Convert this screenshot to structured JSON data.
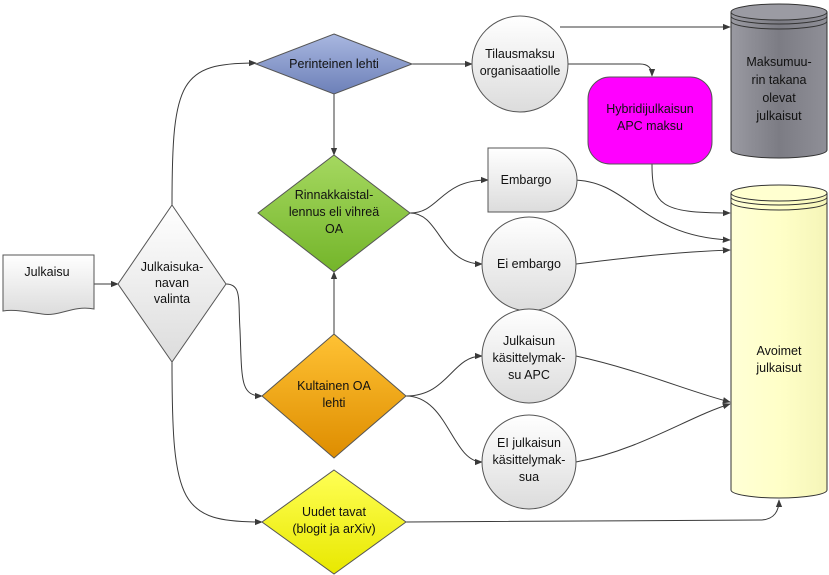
{
  "nodes": {
    "julkaisu": "Julkaisu",
    "valinta": [
      "Julkaisuka-",
      "navan",
      "valinta"
    ],
    "perinteinen": "Perinteinen lehti",
    "rinnakkais": [
      "Rinnakkaistal-",
      "lennus eli vihreä",
      "OA"
    ],
    "kultainen": [
      "Kultainen OA",
      "lehti"
    ],
    "uudet": [
      "Uudet tavat",
      "(blogit ja arXiv)"
    ],
    "tilausmaksu": [
      "Tilausmaksu",
      "organisaatiolle"
    ],
    "embargo": "Embargo",
    "ei_embargo": "Ei embargo",
    "apc": [
      "Julkaisun",
      "käsittelymak-",
      "su APC"
    ],
    "ei_apc": [
      "EI julkaisun",
      "käsittelymak-",
      "sua"
    ],
    "hybridi": [
      "Hybridijulkaisun",
      "APC maksu"
    ],
    "maksumuuri": [
      "Maksumuu-",
      "rin takana",
      "olevat",
      "julkaisut"
    ],
    "avoimet": [
      "Avoimet",
      "julkaisut"
    ]
  },
  "colors": {
    "perinteinen": "#8496c8",
    "rinnakkais": "#8cc63f",
    "kultainen": "#f0a500",
    "uudet": "#ffff00",
    "hybridi": "#ff00ff",
    "maksumuuri": "#8c8c94",
    "avoimet": "#ffffcc",
    "valinta": "#f2f2f2",
    "neutral": "#f2f2f2"
  }
}
